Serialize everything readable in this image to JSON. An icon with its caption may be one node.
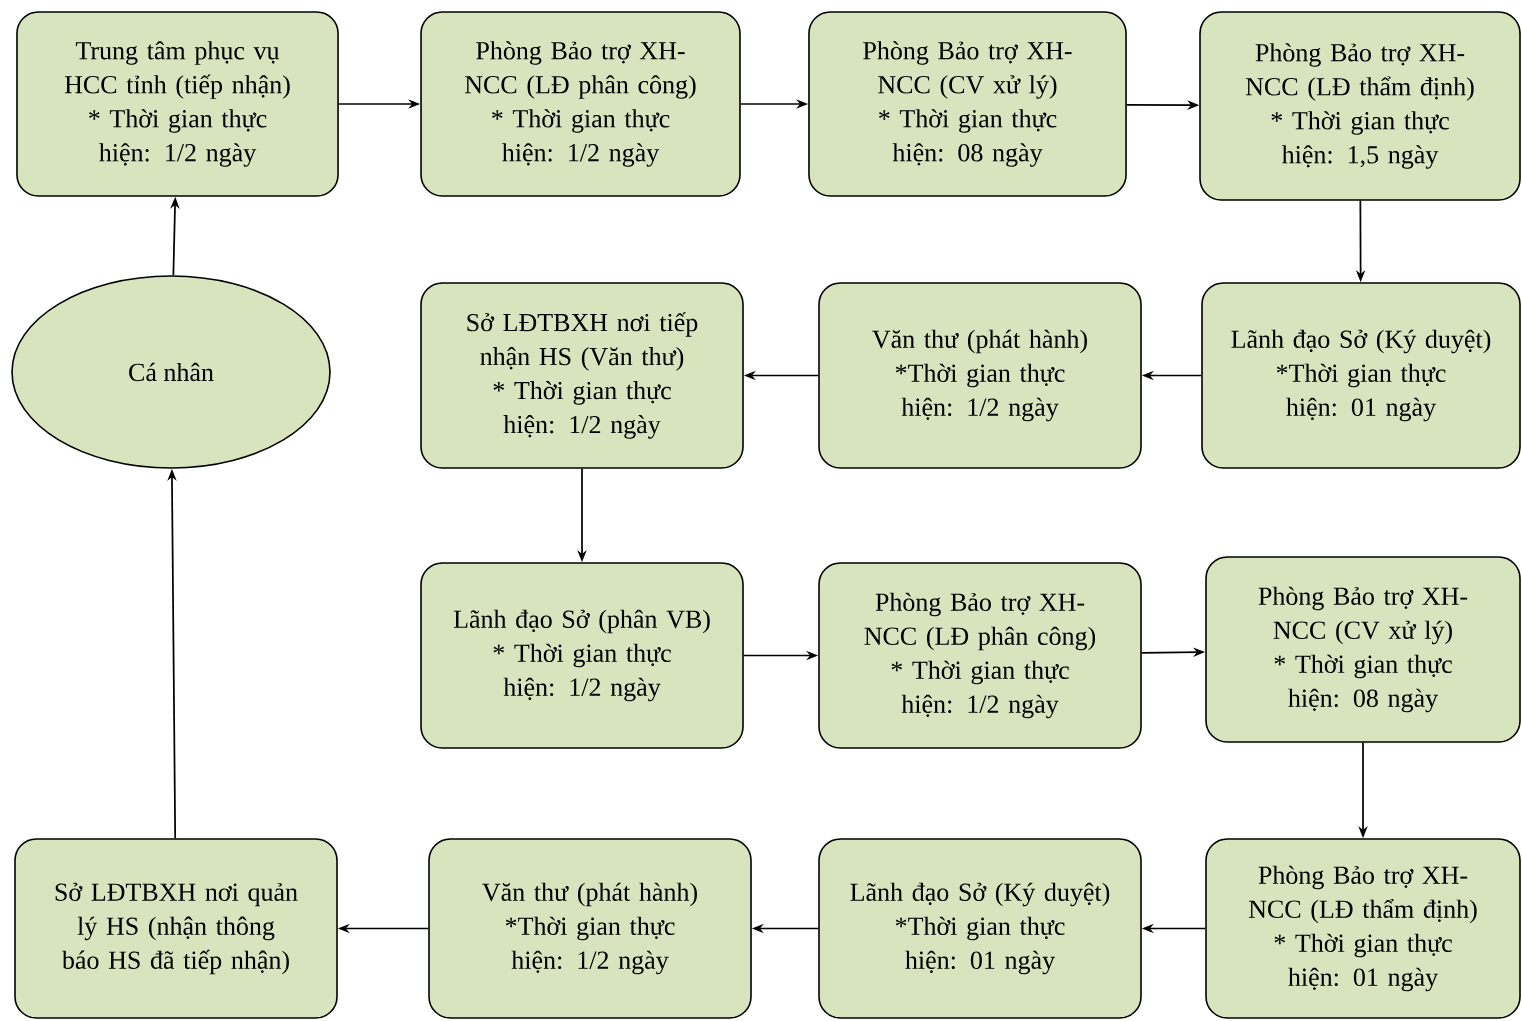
{
  "diagram": {
    "nodes": [
      {
        "text": [
          "Trung tâm phục vụ HCC tỉnh (tiếp nhận)",
          "* Thời gian thực hiện: 1/2 ngày"
        ]
      },
      {
        "text": [
          "Phòng Bảo trợ XH-NCC (LĐ phân công)",
          "* Thời gian thực hiện: 1/2 ngày"
        ]
      },
      {
        "text": [
          "Phòng Bảo trợ XH-NCC (CV xử lý)",
          "* Thời gian thực hiện: 08 ngày"
        ]
      },
      {
        "text": [
          "Phòng Bảo trợ XH-NCC (LĐ thẩm định)",
          "* Thời gian thực hiện: 1,5 ngày"
        ]
      },
      {
        "text": [
          "Cá nhân"
        ]
      },
      {
        "text": [
          "Sở LĐTBXH nơi tiếp nhận HS (Văn thư)",
          "* Thời gian thực hiện: 1/2 ngày"
        ]
      },
      {
        "text": [
          "Văn thư (phát hành)",
          "*Thời gian thực hiện: 1/2 ngày"
        ]
      },
      {
        "text": [
          "Lãnh đạo Sở (Ký duyệt)",
          "*Thời gian thực hiện: 01 ngày"
        ]
      },
      {
        "text": [
          "Lãnh đạo Sở (phân VB)",
          "* Thời gian thực hiện: 1/2 ngày"
        ]
      },
      {
        "text": [
          "Phòng Bảo trợ XH-NCC (LĐ phân công)",
          "* Thời gian thực hiện: 1/2 ngày"
        ]
      },
      {
        "text": [
          "Phòng Bảo trợ XH-NCC (CV xử lý)",
          "* Thời gian thực hiện: 08 ngày"
        ]
      },
      {
        "text": [
          "Sở LĐTBXH nơi quản lý HS (nhận thông báo HS đã tiếp nhận)"
        ]
      },
      {
        "text": [
          "Văn thư (phát hành)",
          "*Thời gian thực hiện: 1/2 ngày"
        ]
      },
      {
        "text": [
          "Lãnh đạo Sở (Ký duyệt)",
          "*Thời gian thực hiện: 01 ngày"
        ]
      },
      {
        "text": [
          "Phòng Bảo trợ XH-NCC (LĐ thẩm định)",
          "* Thời gian thực hiện: 01 ngày"
        ]
      }
    ],
    "edges": [
      {
        "from": 4,
        "to": 0,
        "arrow": "to"
      },
      {
        "from": 0,
        "to": 1,
        "arrow": "to"
      },
      {
        "from": 1,
        "to": 2,
        "arrow": "to"
      },
      {
        "from": 2,
        "to": 3,
        "arrow": "to"
      },
      {
        "from": 3,
        "to": 7,
        "arrow": "to"
      },
      {
        "from": 7,
        "to": 6,
        "arrow": "to"
      },
      {
        "from": 6,
        "to": 5,
        "arrow": "to"
      },
      {
        "from": 5,
        "to": 8,
        "arrow": "to"
      },
      {
        "from": 8,
        "to": 9,
        "arrow": "to"
      },
      {
        "from": 9,
        "to": 10,
        "arrow": "to"
      },
      {
        "from": 10,
        "to": 14,
        "arrow": "to"
      },
      {
        "from": 14,
        "to": 13,
        "arrow": "to"
      },
      {
        "from": 13,
        "to": 12,
        "arrow": "to"
      },
      {
        "from": 12,
        "to": 11,
        "arrow": "to"
      },
      {
        "from": 11,
        "to": 4,
        "arrow": "to"
      }
    ]
  }
}
